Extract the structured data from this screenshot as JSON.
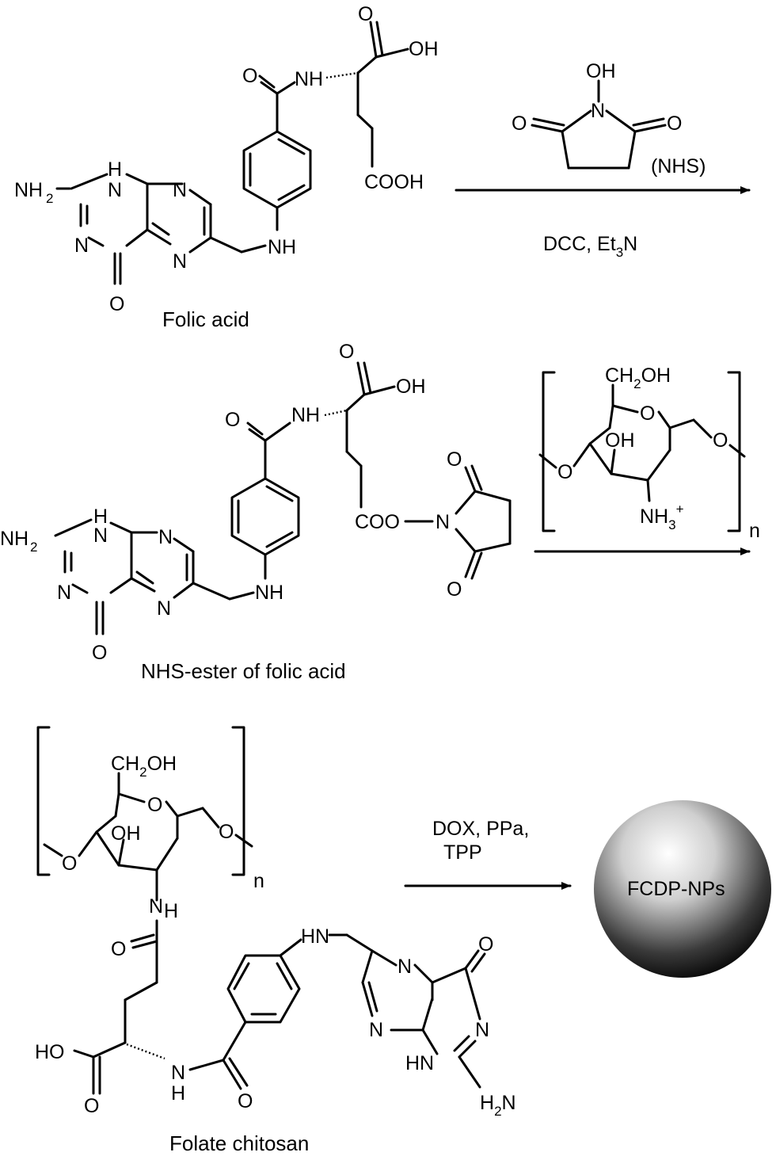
{
  "figure": {
    "folic_acid": {
      "name": "Folic acid",
      "atoms": {
        "nh2": "NH",
        "nh2_sub": "2",
        "n1h_h": "H",
        "n1h_n": "N",
        "n8": "N",
        "n3": "N",
        "o4": "O",
        "n5": "N",
        "nh_amine": "NH",
        "o_amide": "O",
        "nh_amide": "NH",
        "o_acid": "O",
        "oh_acid": "OH",
        "cooh": "COOH"
      }
    },
    "step1": {
      "reagent": "(NHS)",
      "conditions": "DCC, Et",
      "conditions_sub": "3",
      "conditions_tail": "N",
      "nhs_atoms": {
        "oh": "OH",
        "n": "N",
        "o_left": "O",
        "o_right": "O"
      }
    },
    "nhs_ester": {
      "name": "NHS-ester of folic acid",
      "atoms": {
        "nh2": "NH",
        "nh2_sub": "2",
        "n1h_h": "H",
        "n1h_n": "N",
        "n8": "N",
        "n3": "N",
        "o4": "O",
        "n5": "N",
        "nh_amine": "NH",
        "o_amide": "O",
        "nh_amide": "NH",
        "o_acid": "O",
        "oh_acid": "OH",
        "coo": "COO",
        "n_succ": "N",
        "o_succ_top": "O",
        "o_succ_bot": "O"
      }
    },
    "step2": {
      "chitosan_atoms": {
        "ch2oh_a": "CH",
        "ch2oh_sub": "2",
        "ch2oh_b": "OH",
        "ring_o": "O",
        "oh": "OH",
        "o_left": "O",
        "o_right": "O",
        "nh3": "NH",
        "nh3_sub": "3",
        "nh3_sup": "+"
      },
      "repeat": "n"
    },
    "folate_chitosan": {
      "name": "Folate chitosan",
      "repeat": "n",
      "atoms": {
        "ch2oh_a": "CH",
        "ch2oh_sub": "2",
        "ch2oh_b": "OH",
        "ring_o": "O",
        "oh": "OH",
        "o_left": "O",
        "o_right": "O",
        "nh_link_n": "N",
        "nh_link_h": "H",
        "o_amide1": "O",
        "ho_acid": "HO",
        "o_acid": "O",
        "nh_amide2_n": "N",
        "nh_amide2_h": "H",
        "o_amide2": "O",
        "hn_amine": "HN",
        "n5": "N",
        "o4": "O",
        "n3": "N",
        "n8": "N",
        "hn1": "HN",
        "h2n_a": "H",
        "h2n_sub": "2",
        "h2n_b": "N"
      }
    },
    "step3": {
      "reagents_line1": "DOX, PPa,",
      "reagents_line2": "TPP"
    },
    "nanoparticle": {
      "label": "FCDP-NPs"
    }
  }
}
